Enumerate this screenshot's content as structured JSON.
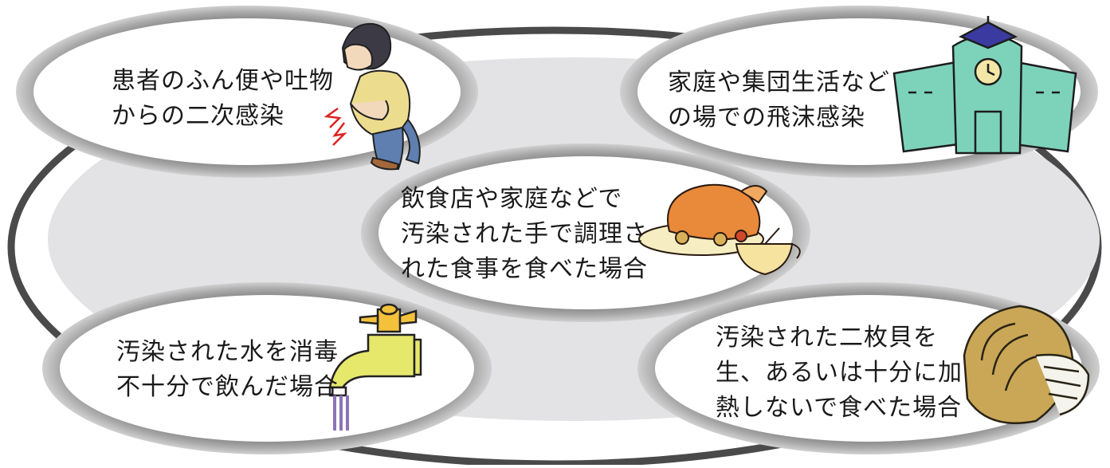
{
  "bubbles": [
    {
      "id": "patient",
      "text": "患者のふん便や吐物\nからの二次感染",
      "icon": "sick-person-icon"
    },
    {
      "id": "group",
      "text": "家庭や集団生活など\nの場での飛沫感染",
      "icon": "school-building-icon"
    },
    {
      "id": "food",
      "text": "飲食店や家庭などで\n汚染された手で調理さ\nれた食事を食べた場合",
      "icon": "roast-turkey-icon"
    },
    {
      "id": "water",
      "text": "汚染された水を消毒\n不十分で飲んだ場合",
      "icon": "water-faucet-icon"
    },
    {
      "id": "shellfish",
      "text": "汚染された二枚貝を\n生、あるいは十分に加\n熱しないで食べた場合",
      "icon": "oyster-icon"
    }
  ],
  "colors": {
    "outer_ring": "#4a4a4a",
    "inner_fill": "#e3e3e5",
    "bubble_ring": "#8c8c8c",
    "bubble_fill": "#ffffff"
  }
}
